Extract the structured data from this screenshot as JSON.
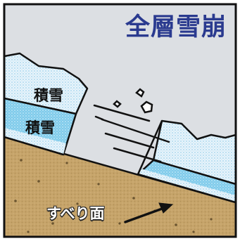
{
  "title": "全層雪崩",
  "labels": {
    "upper_snow_layer": "積雪",
    "lower_snow_layer": "積雪",
    "sliding_surface": "すべり面"
  },
  "colors": {
    "title": "#2a3a8f",
    "sky": "#dcdfe3",
    "snow_upper": "#e6f3fa",
    "snow_lower": "#8fd3ee",
    "ground": "#c9a86c",
    "outline": "#111111"
  }
}
